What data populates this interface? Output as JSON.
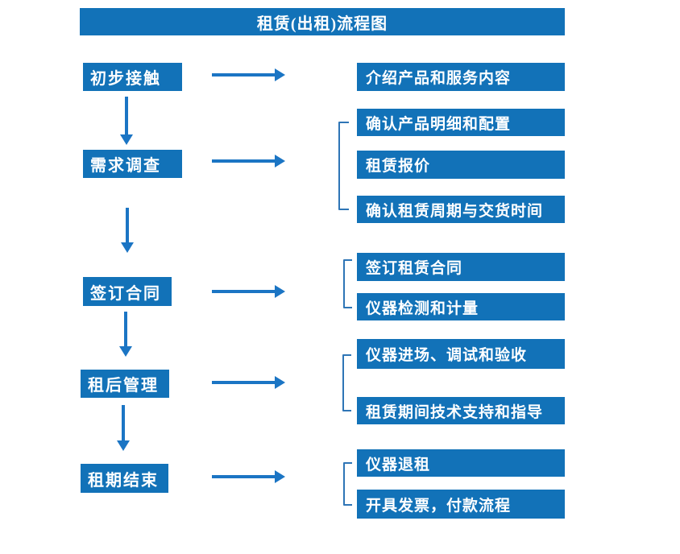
{
  "title": "租赁(出租)流程图",
  "colors": {
    "box_blue": "#1272B8",
    "arrow_blue": "#1B75C4",
    "bracket_blue": "#2E75B6",
    "text_white": "#FFFFFF",
    "page_bg": "#FFFFFF"
  },
  "steps": [
    {
      "label": "初步接触",
      "details": [
        "介绍产品和服务内容"
      ]
    },
    {
      "label": "需求调查",
      "details": [
        "确认产品明细和配置",
        "租赁报价",
        "确认租赁周期与交货时间"
      ]
    },
    {
      "label": "签订合同",
      "details": [
        "签订租赁合同",
        "仪器检测和计量"
      ]
    },
    {
      "label": "租后管理",
      "details": [
        "仪器进场、调试和验收",
        "租赁期间技术支持和指导"
      ]
    },
    {
      "label": "租期结束",
      "details": [
        "仪器退租",
        "开具发票，付款流程"
      ]
    }
  ]
}
